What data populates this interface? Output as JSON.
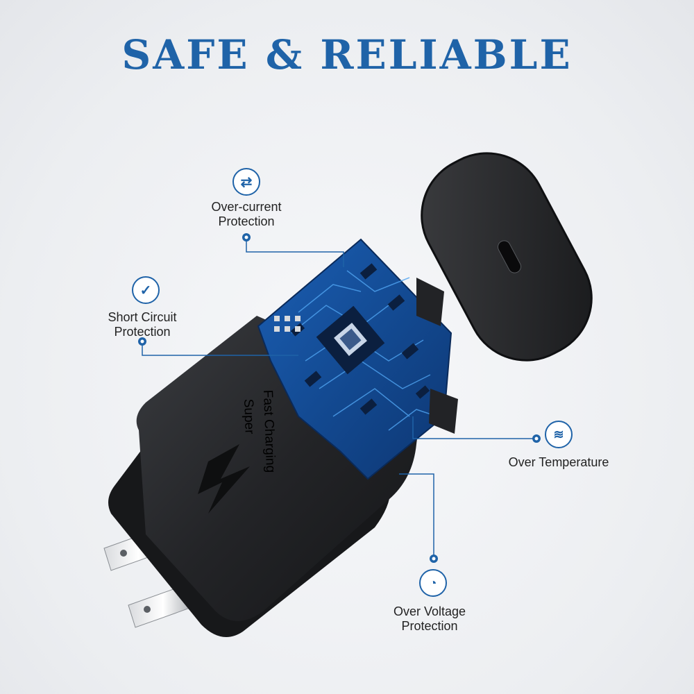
{
  "title": "SAFE & RELIABLE",
  "accent_color": "#1f63a8",
  "device_text": {
    "line1": "Super",
    "line2": "Fast Charging"
  },
  "features": [
    {
      "label_line1": "Over-current",
      "label_line2": "Protection",
      "icon": "swap-arrows-icon"
    },
    {
      "label_line1": "Short Circuit",
      "label_line2": "Protection",
      "icon": "check-icon"
    },
    {
      "label_line1": "Over Temperature",
      "label_line2": "",
      "icon": "heat-icon"
    },
    {
      "label_line1": "Over Voltage",
      "label_line2": "Protection",
      "icon": "gauge-icon"
    }
  ]
}
